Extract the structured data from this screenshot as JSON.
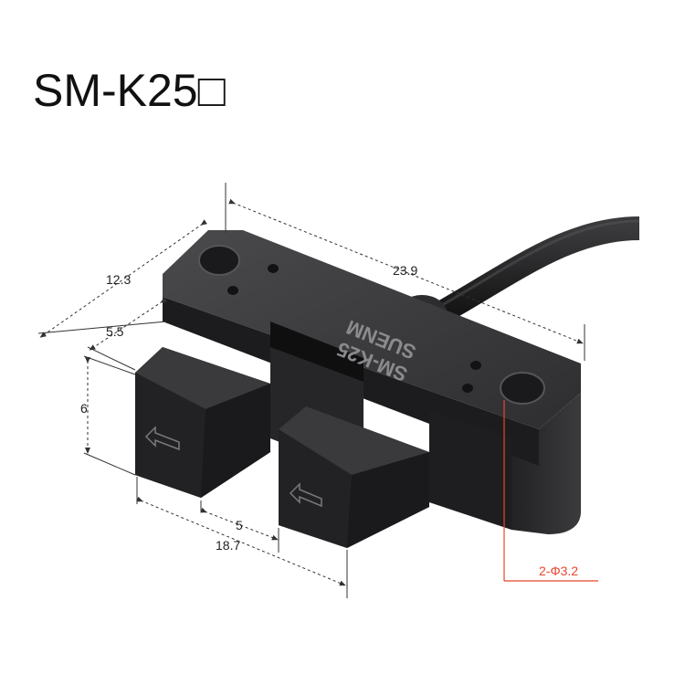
{
  "title": "SM-K25□",
  "brand_marking": "SUENM",
  "model_marking": "SM-K25",
  "dimensions": {
    "top_length": "23.9",
    "depth": "12.3",
    "slot_depth": "5.5",
    "height": "6",
    "slot_width": "5",
    "base_width": "18.7",
    "mount_holes": "2-Φ3.2"
  },
  "colors": {
    "body": "#2a2a2c",
    "callout": "#e8452c",
    "dimension_line": "#333333"
  },
  "icons": [
    "arrow-left-icon",
    "arrow-left-icon"
  ]
}
